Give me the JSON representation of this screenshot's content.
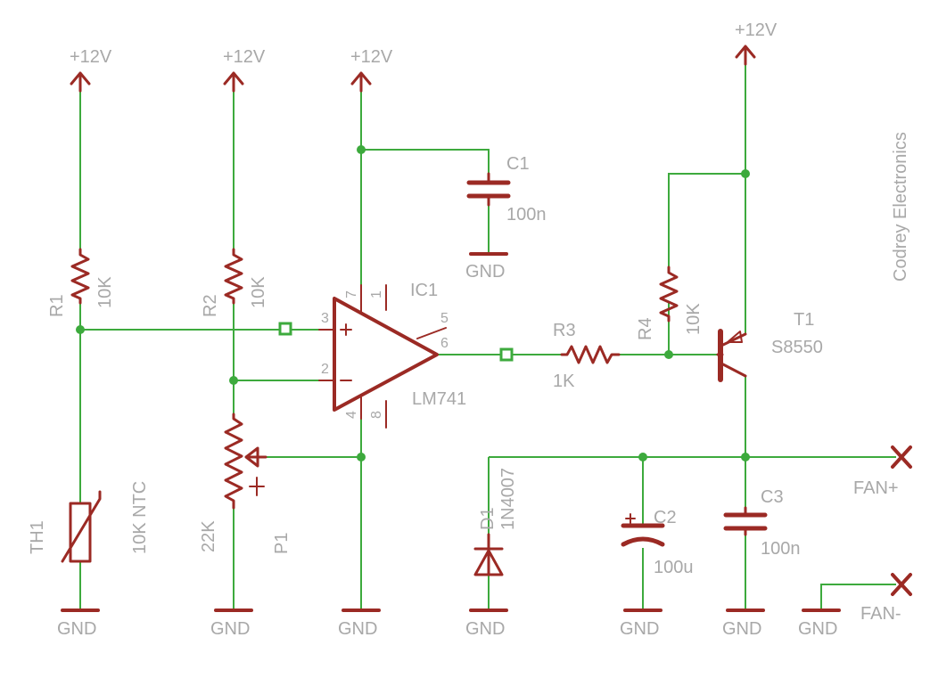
{
  "supply": "+12V",
  "ground": "GND",
  "brand": "Codrey Electronics",
  "components": {
    "r1": {
      "name": "R1",
      "value": "10K"
    },
    "r2": {
      "name": "R2",
      "value": "10K"
    },
    "r3": {
      "name": "R3",
      "value": "1K"
    },
    "r4": {
      "name": "R4",
      "value": "10K"
    },
    "th1": {
      "name": "TH1",
      "value": "10K NTC"
    },
    "p1": {
      "name": "P1",
      "value": "22K"
    },
    "c1": {
      "name": "C1",
      "value": "100n"
    },
    "c2": {
      "name": "C2",
      "value": "100u"
    },
    "c3": {
      "name": "C3",
      "value": "100n"
    },
    "d1": {
      "name": "D1",
      "value": "1N4007"
    },
    "ic1": {
      "name": "IC1",
      "value": "LM741"
    },
    "t1": {
      "name": "T1",
      "value": "S8550"
    }
  },
  "pins": {
    "p7": "7",
    "p1": "1",
    "p5": "5",
    "p3": "3",
    "p6": "6",
    "p2": "2",
    "p4": "4",
    "p8": "8"
  },
  "connectors": {
    "fan_plus": "FAN+",
    "fan_minus": "FAN-"
  },
  "colors": {
    "wire": "#3daa3d",
    "part": "#9b2a24",
    "text": "#a8a8a8",
    "background": "#ffffff"
  }
}
